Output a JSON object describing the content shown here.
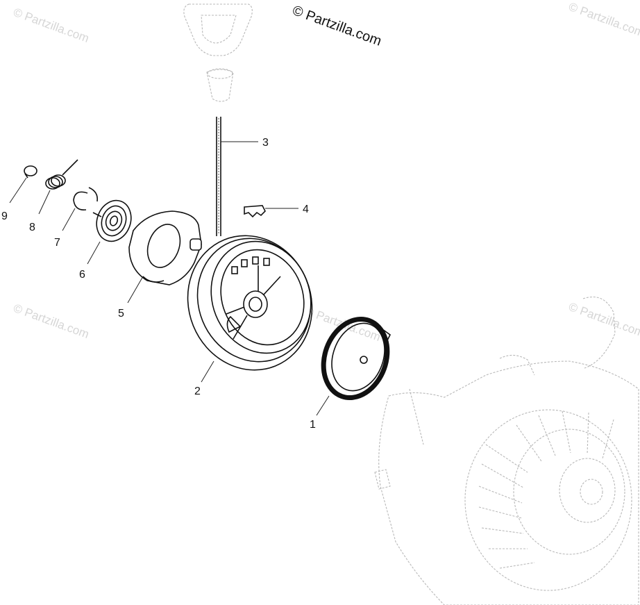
{
  "copyright_text": "© Partzilla.com",
  "watermark_text": "© Partzilla.com",
  "callouts": [
    {
      "id": "1",
      "label": "1"
    },
    {
      "id": "2",
      "label": "2"
    },
    {
      "id": "3",
      "label": "3"
    },
    {
      "id": "4",
      "label": "4"
    },
    {
      "id": "5",
      "label": "5"
    },
    {
      "id": "6",
      "label": "6"
    },
    {
      "id": "7",
      "label": "7"
    },
    {
      "id": "8",
      "label": "8"
    },
    {
      "id": "9",
      "label": "9"
    }
  ],
  "colors": {
    "line": "#111111",
    "ghost": "#b8b8b8",
    "watermark": "#d6d6d6"
  }
}
